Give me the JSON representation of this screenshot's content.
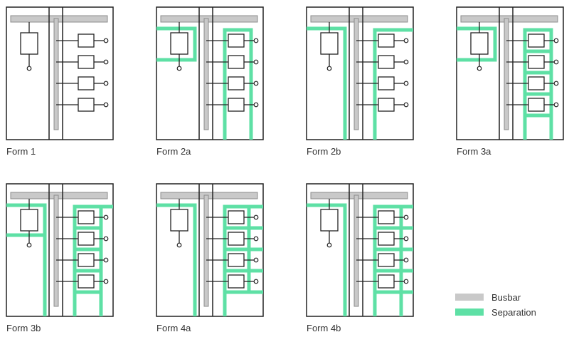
{
  "colors": {
    "busbar": "#c9c9c9",
    "busbar_stroke": "#8c8c8c",
    "separation": "#5ee0a5",
    "line": "#222222",
    "background": "#ffffff"
  },
  "forms": [
    {
      "label": "Form 1"
    },
    {
      "label": "Form 2a"
    },
    {
      "label": "Form 2b"
    },
    {
      "label": "Form 3a"
    },
    {
      "label": "Form 3b"
    },
    {
      "label": "Form 4a"
    },
    {
      "label": "Form 4b"
    }
  ],
  "legend": {
    "busbar": "Busbar",
    "separation": "Separation"
  }
}
